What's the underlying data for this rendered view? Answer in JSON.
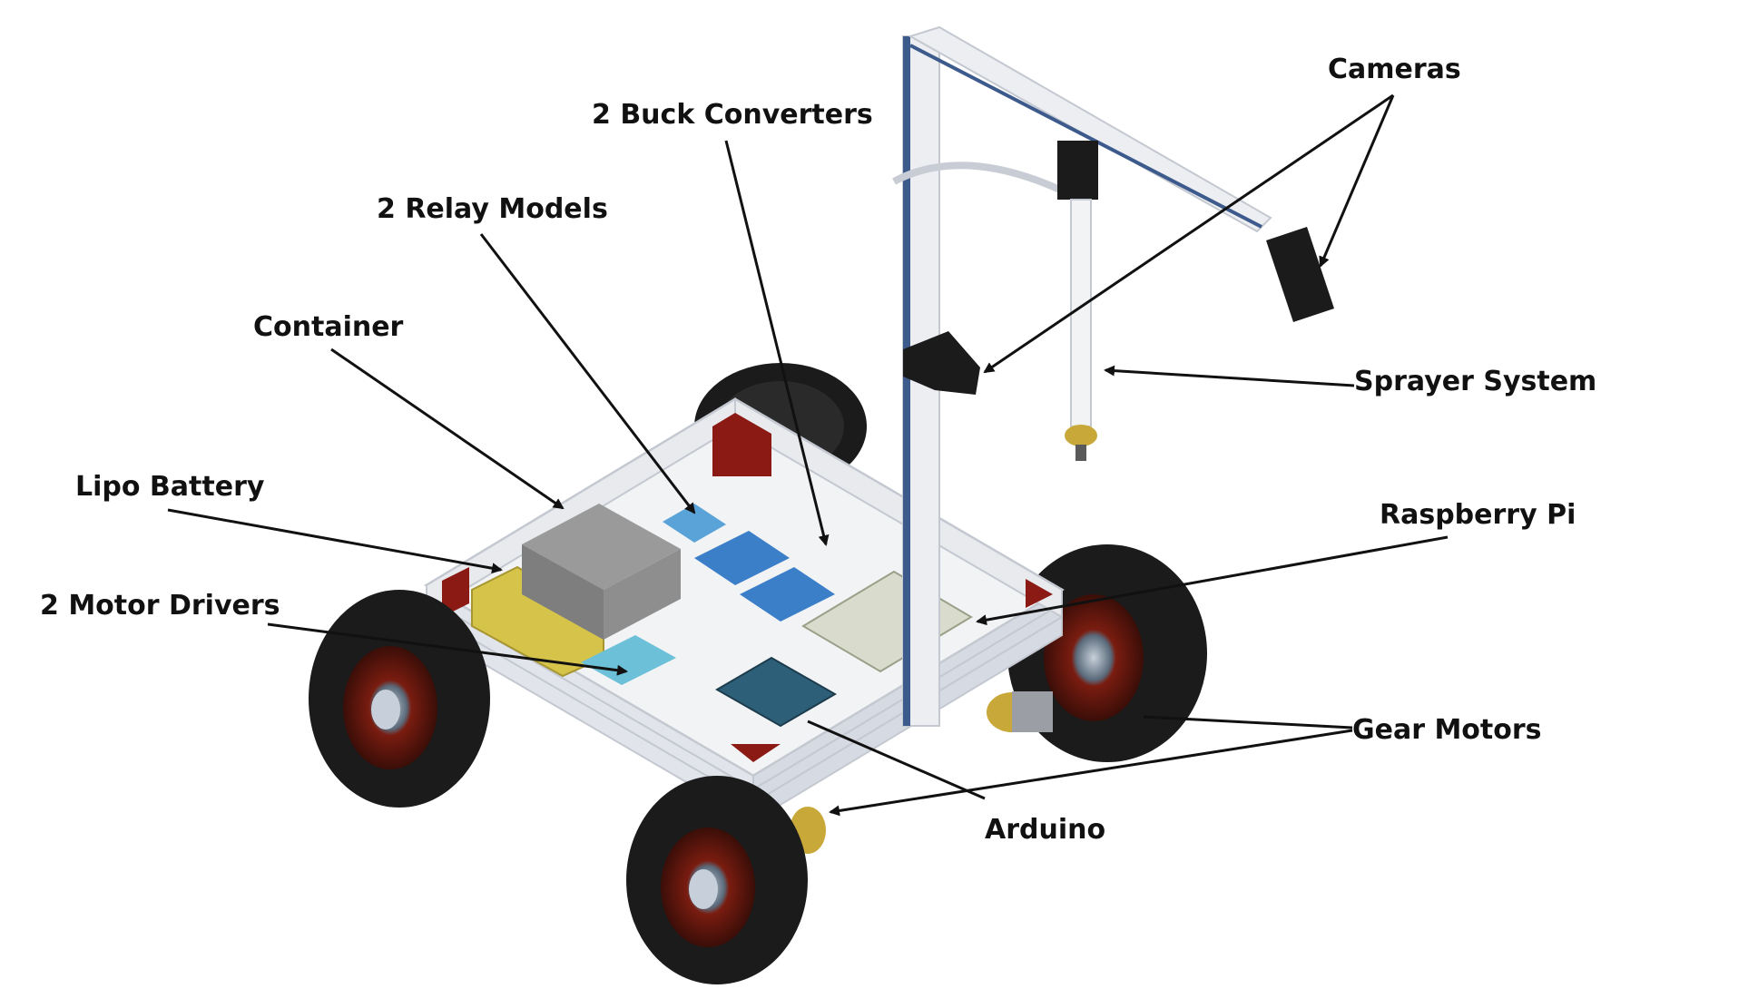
{
  "labels": {
    "cameras": "Cameras",
    "buck_converters": "2 Buck Converters",
    "relay_models": "2 Relay Models",
    "container": "Container",
    "lipo_battery": "Lipo Battery",
    "motor_drivers": "2 Motor Drivers",
    "sprayer_system": "Sprayer System",
    "raspberry_pi": "Raspberry Pi",
    "gear_motors": "Gear Motors",
    "arduino": "Arduino"
  },
  "colors": {
    "frame": "#eceef2",
    "frame_edge": "#c4c8d0",
    "frame_accent": "#3d5a8c",
    "tire": "#1b1b1b",
    "hub_red": "#7a1c10",
    "battery": "#d6c44a",
    "grey_box": "#8e8e8e",
    "board_blue": "#3a7fc8",
    "brass": "#c9a83a",
    "corner_red": "#8b1a14",
    "arrow": "#111111",
    "text": "#111111"
  }
}
